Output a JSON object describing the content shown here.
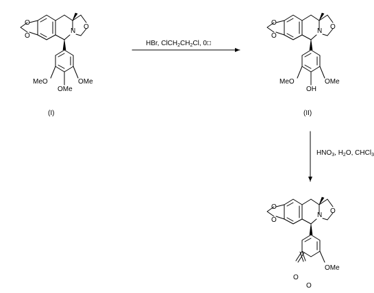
{
  "compounds": [
    {
      "label": "(I)",
      "atoms": {
        "N": "N",
        "o1": "O",
        "o2": "O",
        "o3": "O",
        "ome_left": "MeO",
        "ome_right": "OMe",
        "ome_para": "OMe"
      }
    },
    {
      "label": "(II)",
      "atoms": {
        "N": "N",
        "o1": "O",
        "o2": "O",
        "o3": "O",
        "ome_left": "MeO",
        "ome_right": "OMe",
        "oh": "OH"
      }
    },
    {
      "label": "",
      "atoms": {
        "N": "N",
        "o1": "O",
        "o2": "O",
        "o3": "O",
        "oq1": "O",
        "oq2": "O",
        "ome": "OMe"
      }
    }
  ],
  "reactions": [
    {
      "conditions": "HBr, ClCH",
      "c_sub1": "2",
      "c_mid": "CH",
      "c_sub2": "2",
      "c_end": "Cl, 0",
      "c_box": "□"
    },
    {
      "r_a": "HNO",
      "r_a_sub": "3",
      "r_b": ", H",
      "r_b_sub": "2",
      "r_c": "O, CHCl",
      "r_c_sub": "3"
    }
  ]
}
